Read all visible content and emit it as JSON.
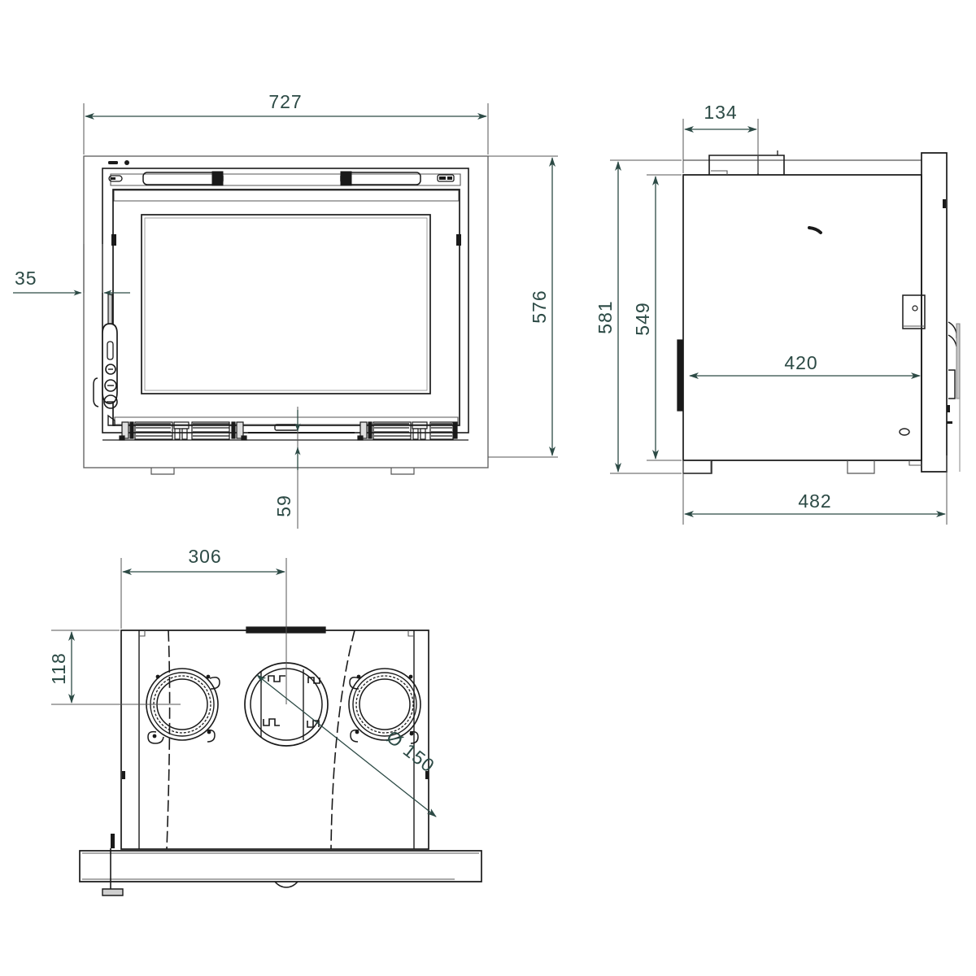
{
  "drawing": {
    "title": "Inset stove technical drawing",
    "units": "mm",
    "line_color": "#1a1a1a",
    "dim_color": "#2c4a45",
    "thin_color": "#555555",
    "background": "#ffffff"
  },
  "views": [
    {
      "id": "front",
      "name": "front-elevation"
    },
    {
      "id": "side",
      "name": "side-elevation"
    },
    {
      "id": "plan",
      "name": "plan-view"
    }
  ],
  "dimensions": {
    "front": {
      "width": {
        "value": "727",
        "orientation": "horizontal",
        "position": "top"
      },
      "height": {
        "value": "576",
        "orientation": "vertical",
        "position": "right"
      },
      "left_offset": {
        "value": "35",
        "orientation": "horizontal",
        "position": "left"
      },
      "bottom_gap": {
        "value": "59",
        "orientation": "vertical",
        "position": "bottom"
      }
    },
    "side": {
      "flue_offset": {
        "value": "134",
        "orientation": "horizontal",
        "position": "top"
      },
      "total_height": {
        "value": "581",
        "orientation": "vertical",
        "position": "left"
      },
      "body_height": {
        "value": "549",
        "orientation": "vertical",
        "position": "left"
      },
      "body_depth": {
        "value": "420",
        "orientation": "horizontal",
        "position": "middle"
      },
      "total_depth": {
        "value": "482",
        "orientation": "horizontal",
        "position": "bottom"
      }
    },
    "plan": {
      "flue_from_left": {
        "value": "306",
        "orientation": "horizontal",
        "position": "top"
      },
      "flue_from_back": {
        "value": "118",
        "orientation": "vertical",
        "position": "left"
      },
      "flue_diameter": {
        "value": "Ø 150",
        "symbol": "Ø",
        "number": "150",
        "orientation": "diagonal",
        "position": "leader"
      }
    }
  },
  "labels": {
    "d727": "727",
    "d576": "576",
    "d35": "35",
    "d59": "59",
    "d134": "134",
    "d581": "581",
    "d549": "549",
    "d420": "420",
    "d482": "482",
    "d306": "306",
    "d118": "118",
    "d150": "Ø 150"
  }
}
